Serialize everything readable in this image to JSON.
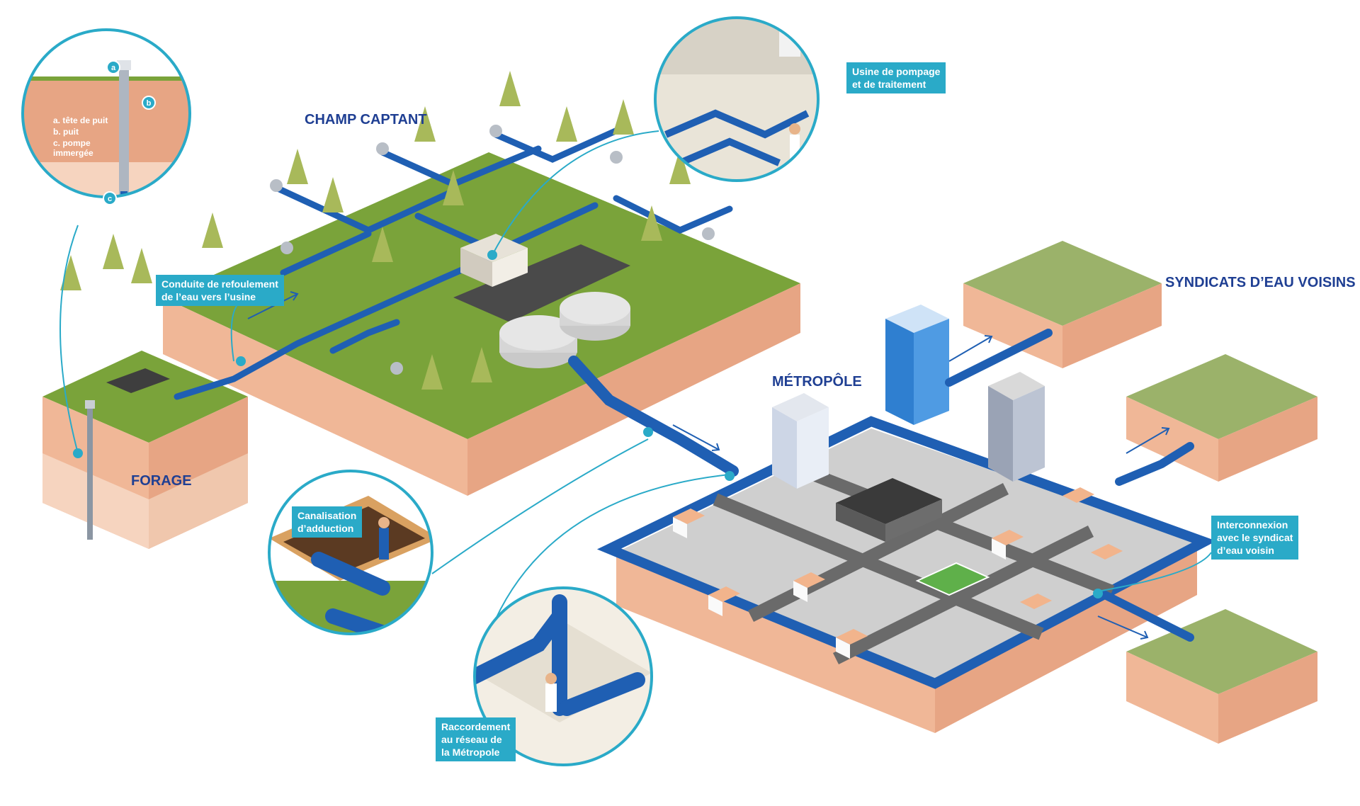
{
  "titles": {
    "champ_captant": "CHAMP CAPTANT",
    "forage": "FORAGE",
    "metropole": "MÉTROPÔLE",
    "syndicats": "SYNDICATS D’EAU VOISINS"
  },
  "labels": {
    "conduite": "Conduite de refoulement\nde l’eau vers l’usine",
    "usine": "Usine de pompage\net de traitement",
    "canalisation": "Canalisation\nd’adduction",
    "raccordement": "Raccordement\nau réseau de\nla Métropole",
    "interconnexion": "Interconnexion\navec le syndicat\nd’eau voisin"
  },
  "well_legend": {
    "a": "a. tête de puit",
    "b": "b. puit",
    "c": "c. pompe\n    immergée",
    "marker_a": "a",
    "marker_b": "b",
    "marker_c": "c"
  },
  "colors": {
    "grass": "#7aa33a",
    "soil": "#f1c3a4",
    "pipe": "#1f5fb3",
    "accent": "#2aaac8",
    "title": "#1f3f93"
  }
}
